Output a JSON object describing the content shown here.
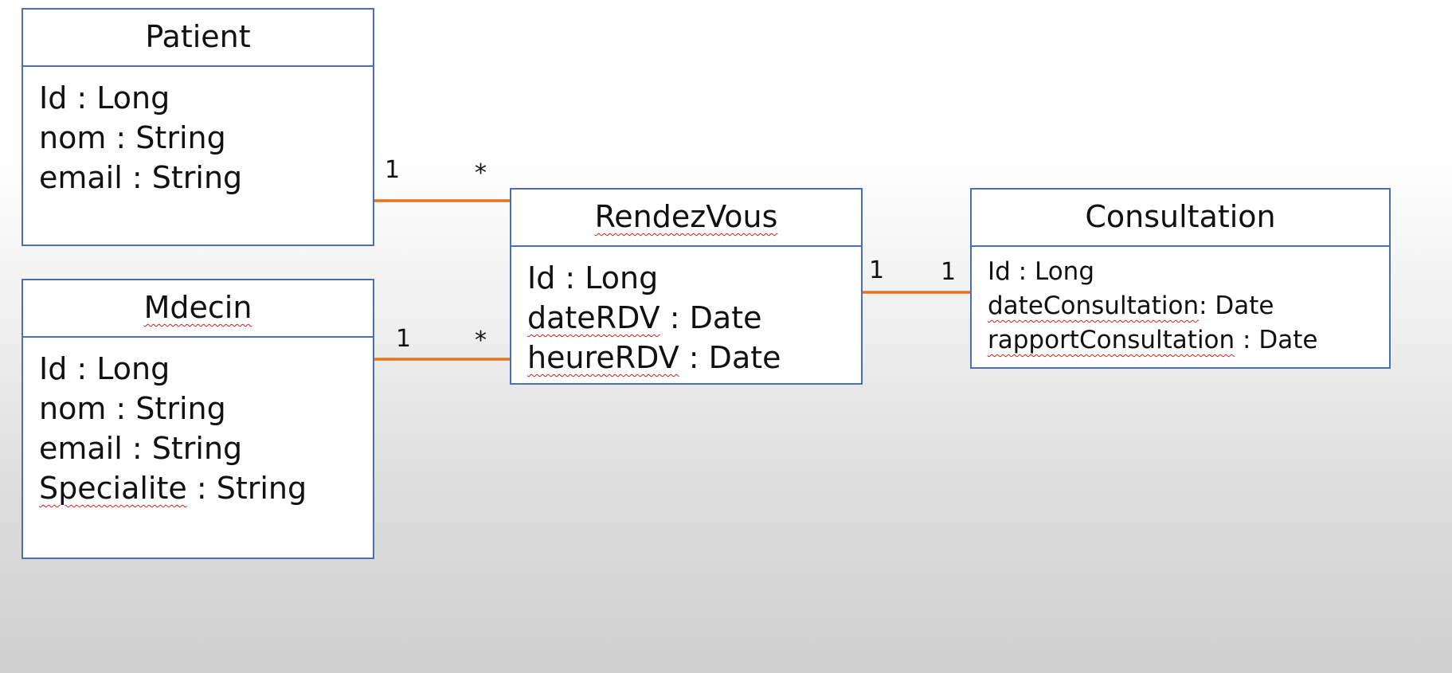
{
  "classes": {
    "patient": {
      "name": "Patient",
      "attributes": [
        "Id : Long",
        "nom : String",
        "email : String"
      ]
    },
    "medecin": {
      "name": "Mdecin",
      "attributes": [
        "Id : Long",
        "nom : String",
        "email : String",
        "Specialite : String"
      ]
    },
    "rendezvous": {
      "name": "RendezVous",
      "attributes": [
        "Id : Long",
        "dateRDV : Date",
        "heureRDV : Date"
      ]
    },
    "consultation": {
      "name": "Consultation",
      "attributes": [
        "Id : Long",
        "dateConsultation: Date",
        "rapportConsultation : Date"
      ]
    }
  },
  "associations": [
    {
      "from": "Patient",
      "to": "RendezVous",
      "from_mult": "1",
      "to_mult": "*"
    },
    {
      "from": "Mdecin",
      "to": "RendezVous",
      "from_mult": "1",
      "to_mult": "*"
    },
    {
      "from": "RendezVous",
      "to": "Consultation",
      "from_mult": "1",
      "to_mult": "1"
    }
  ],
  "colors": {
    "class_border": "#4a6fb5",
    "association_line": "#e8721c",
    "spellcheck_underline": "#d02020"
  }
}
